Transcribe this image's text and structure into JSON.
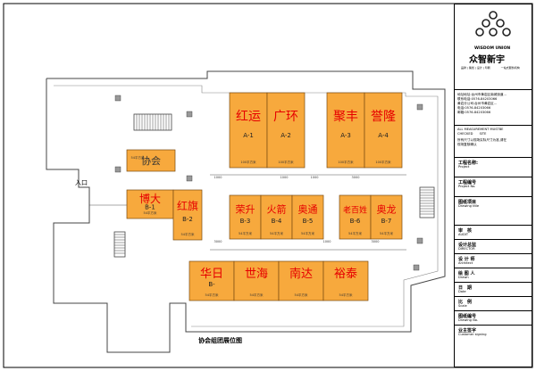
{
  "logo": {
    "brand_en": "WISDOM UNION",
    "brand_cn": "众智新宇",
    "tagline": "品牌 | 策划 | 设计 | 印刷　　　　一站式服务机构"
  },
  "info": {
    "line1": "地址地址:台州市黄岩区南城街道...",
    "line2": "联系电话:0576-84203066",
    "line3": "黄岩分公司:台州市黄岩区...",
    "line4": "电话:0576-84203066",
    "line5": "邮箱:0576-84203066"
  },
  "notes": {
    "line1": "ALL MEASUREMENT MUSTBE",
    "line2": "CHECKED　　SITE",
    "line3": "所有尺寸以现场实际尺寸为准,请在",
    "line4": "现场复核确认"
  },
  "title_block": [
    {
      "cn": "工程名称:",
      "en": "Project"
    },
    {
      "cn": "工程编号",
      "en": "Project No."
    },
    {
      "cn": "图纸项目",
      "en": "Drawing title"
    },
    {
      "cn": "审　核",
      "en": "AUDIT"
    },
    {
      "cn": "设计总监",
      "en": "DIRECTOR"
    },
    {
      "cn": "设 计 师",
      "en": "Architect"
    },
    {
      "cn": "绘 图 人",
      "en": "Drawn"
    },
    {
      "cn": "日　期",
      "en": "Date"
    },
    {
      "cn": "比　例",
      "en": "Scale"
    },
    {
      "cn": "图纸编号",
      "en": "Drawing No."
    },
    {
      "cn": "业主签字",
      "en": "Customer signing"
    }
  ],
  "entrance_label": "入口",
  "caption": "协会组团展位图",
  "booths": [
    {
      "id": "A-1",
      "name": "红运",
      "area": "100平方米"
    },
    {
      "id": "A-2",
      "name": "广环",
      "area": "100平方米"
    },
    {
      "id": "A-3",
      "name": "聚丰",
      "area": "100平方米"
    },
    {
      "id": "A-4",
      "name": "誉隆",
      "area": "100平方米"
    },
    {
      "id": "",
      "name": "协会",
      "area": "54平方米"
    },
    {
      "id": "B-1",
      "name": "博大",
      "area": "54平方米"
    },
    {
      "id": "B-2",
      "name": "红旗",
      "area": "54平方米"
    },
    {
      "id": "B-3",
      "name": "荣升",
      "area": "54平方米"
    },
    {
      "id": "B-4",
      "name": "火箭",
      "area": "54平方米"
    },
    {
      "id": "B-5",
      "name": "奥通",
      "area": "54平方米"
    },
    {
      "id": "B-6",
      "name": "老百姓",
      "area": "54平方米"
    },
    {
      "id": "B-7",
      "name": "奥龙",
      "area": "54平方米"
    },
    {
      "id": "B-",
      "name": "华日",
      "area": "54平方米"
    },
    {
      "id": "",
      "name": "世海",
      "area": "54平方米"
    },
    {
      "id": "",
      "name": "南达",
      "area": "54平方米"
    },
    {
      "id": "",
      "name": "裕泰",
      "area": "54平方米"
    }
  ],
  "dims": [
    "1000",
    "1000",
    "1000",
    "3000",
    "3000",
    "1000",
    "3000"
  ],
  "colors": {
    "booth_fill": "#f7a93d",
    "booth_text": "#e60000",
    "line": "#222222"
  }
}
